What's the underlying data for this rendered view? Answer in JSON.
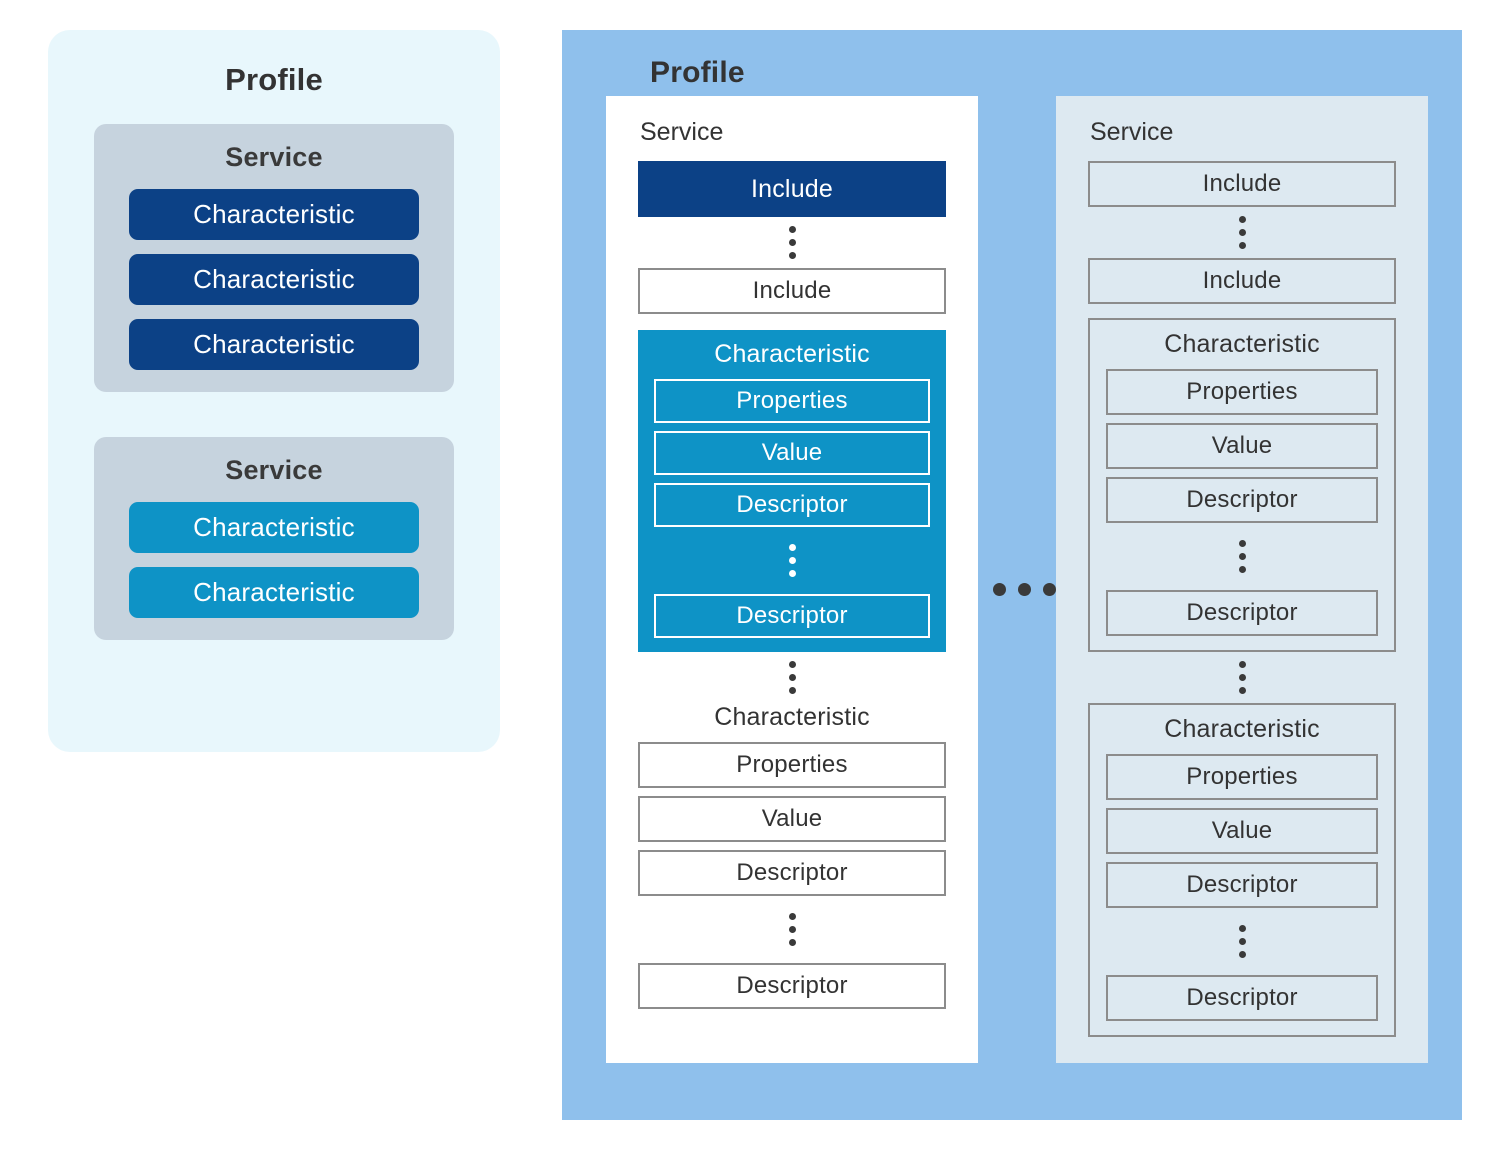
{
  "left_panel": {
    "title": "Profile",
    "services": [
      {
        "title": "Service",
        "style": "navy",
        "characteristics": [
          "Characteristic",
          "Characteristic",
          "Characteristic"
        ]
      },
      {
        "title": "Service",
        "style": "cyan",
        "characteristics": [
          "Characteristic",
          "Characteristic"
        ]
      }
    ]
  },
  "right_panel": {
    "title": "Profile",
    "ellipsis_between_columns": "horizontal-ellipsis",
    "columns": [
      {
        "background": "white",
        "service_title": "Service",
        "includes": [
          {
            "label": "Include",
            "style": "filled-navy"
          },
          {
            "label": "Include",
            "style": "outlined"
          }
        ],
        "characteristics": [
          {
            "title": "Characteristic",
            "style": "cyan-fill",
            "rows": [
              "Properties",
              "Value",
              "Descriptor",
              "Descriptor"
            ]
          },
          {
            "title": "Characteristic",
            "style": "plain",
            "rows": [
              "Properties",
              "Value",
              "Descriptor",
              "Descriptor"
            ]
          }
        ]
      },
      {
        "background": "tint",
        "service_title": "Service",
        "includes": [
          {
            "label": "Include",
            "style": "outlined"
          },
          {
            "label": "Include",
            "style": "outlined"
          }
        ],
        "characteristics": [
          {
            "title": "Characteristic",
            "style": "bordered",
            "rows": [
              "Properties",
              "Value",
              "Descriptor",
              "Descriptor"
            ]
          },
          {
            "title": "Characteristic",
            "style": "bordered",
            "rows": [
              "Properties",
              "Value",
              "Descriptor",
              "Descriptor"
            ]
          }
        ]
      }
    ]
  },
  "colors": {
    "navy": "#0C4186",
    "cyan": "#0E93C6",
    "panel_left_bg": "#E8F7FC",
    "panel_right_bg": "#8FC0EC",
    "service_box_left": "#C6D3DE",
    "column_tint": "#DDE9F1",
    "border_gray": "#8C8C8C",
    "text_dark": "#333333"
  }
}
